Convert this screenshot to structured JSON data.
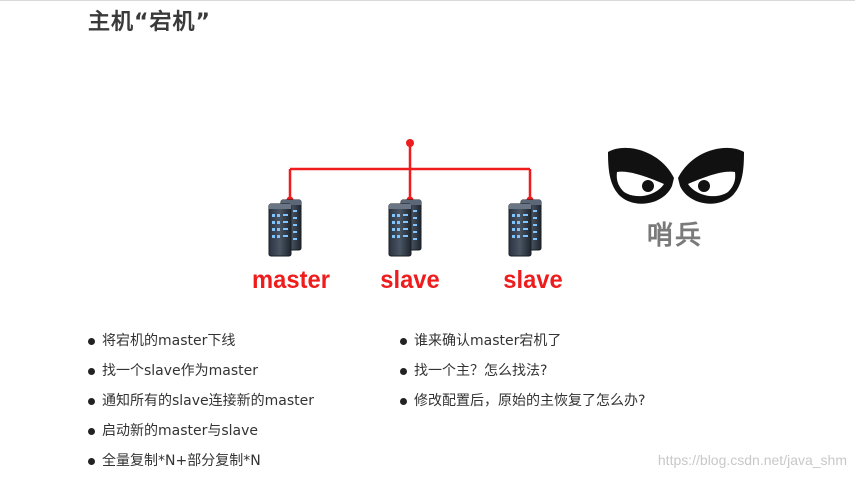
{
  "title": "主机“宕机”",
  "nodes": [
    {
      "label": "master"
    },
    {
      "label": "slave"
    },
    {
      "label": "slave"
    }
  ],
  "sentinel": {
    "label": "哨兵",
    "icon": "angry-eyes-icon"
  },
  "bullets_left": [
    "将宕机的master下线",
    "找一个slave作为master",
    "通知所有的slave连接新的master",
    "启动新的master与slave",
    "全量复制*N+部分复制*N"
  ],
  "bullets_right": [
    "谁来确认master宕机了",
    "找一个主？怎么找法?",
    "修改配置后，原始的主恢复了怎么办?"
  ],
  "watermark": "https://blog.csdn.net/java_shm",
  "colors": {
    "accent": "#ee1c1c",
    "text": "#333333",
    "sentinel": "#7a7a7a"
  }
}
